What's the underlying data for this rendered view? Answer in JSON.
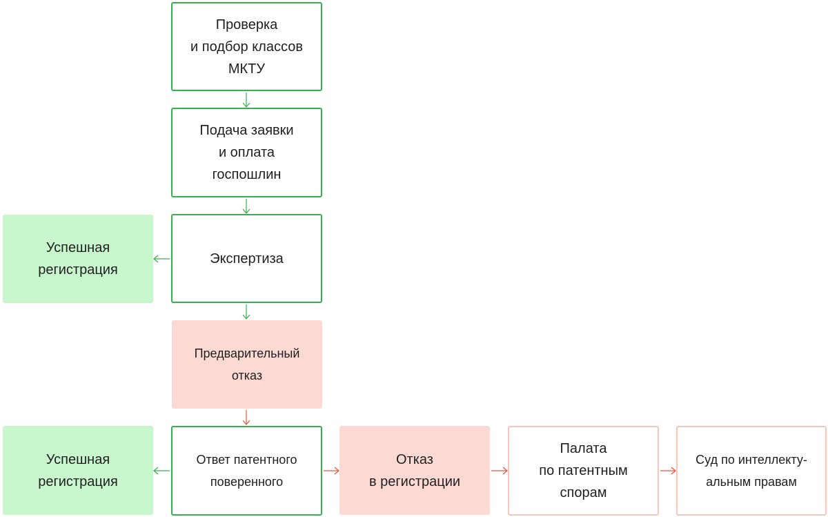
{
  "steps": {
    "check_classes": "Проверка\nи подбор классов\nМКТУ",
    "application": "Подача заявки\nи оплата\nгоспошлин",
    "examination": "Экспертиза",
    "success_1": "Успешная\nрегистрация",
    "preliminary_refusal": "Предварительный\nотказ",
    "success_2": "Успешная\nрегистрация",
    "attorney_response": "Ответ патентного\nповеренного",
    "registration_refusal": "Отказ\nв регистрации",
    "patent_chamber": "Палата\nпо патентным\nспорам",
    "ip_court": "Суд по интеллекту-\nальным правам"
  },
  "colors": {
    "green_border": "#34b04c",
    "green_fill": "#c9f7cd",
    "pink_fill": "#fcdad3",
    "pink_border": "#f6c6bd",
    "red_arrow": "#e8543a"
  }
}
